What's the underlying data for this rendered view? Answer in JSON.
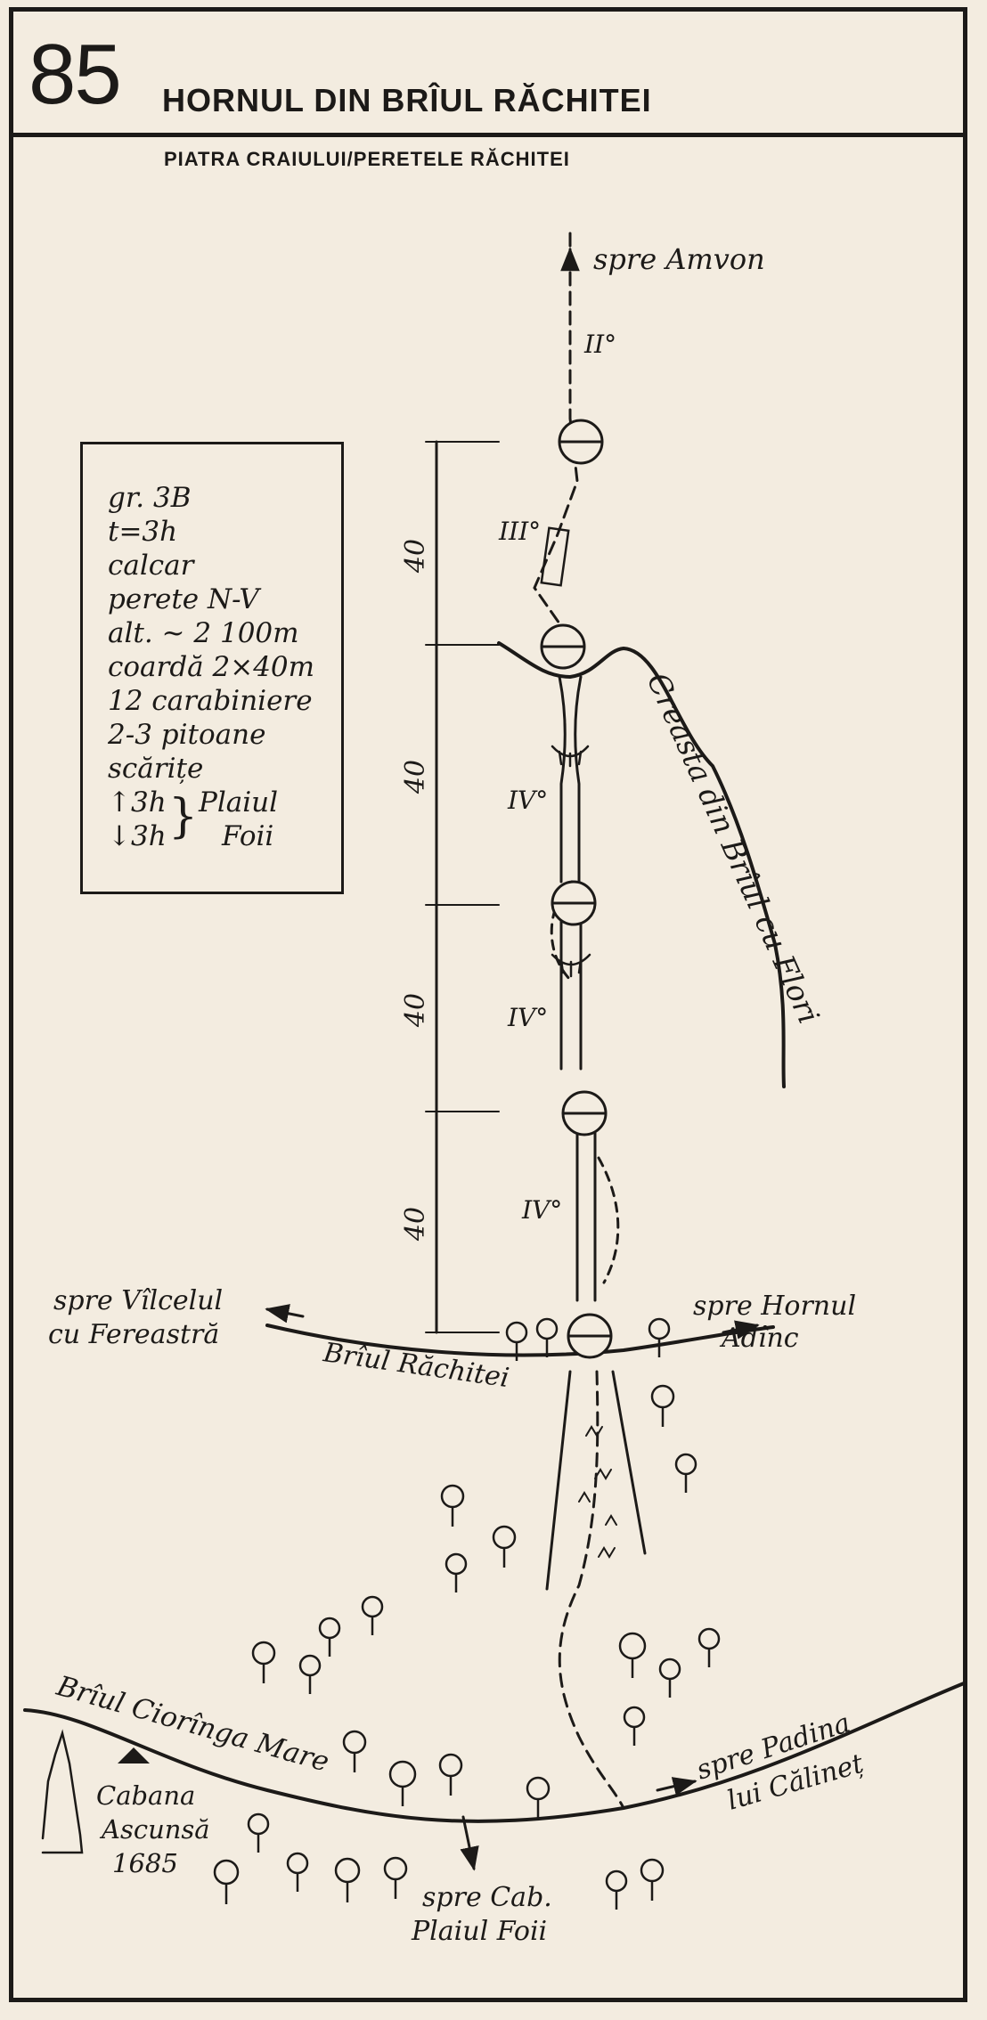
{
  "header": {
    "route_number": "85",
    "title": "HORNUL DIN BRÎUL RĂCHITEI",
    "subtitle": "PIATRA CRAIULUI/PERETELE RĂCHITEI"
  },
  "info_box": {
    "lines": [
      "gr. 3B",
      "t=3h",
      "calcar",
      "perete N-V",
      "alt. ~ 2 100m",
      "coardă 2×40m",
      "12 carabiniere",
      "2-3 pitoane",
      "scărițe"
    ],
    "approach_up": "↑3h",
    "approach_down": "↓3h",
    "approach_place_1": "Plaiul",
    "approach_place_2": "Foii"
  },
  "scale": {
    "segments": [
      "40",
      "40",
      "40",
      "40"
    ]
  },
  "pitch_grades": [
    "II°",
    "III°",
    "IV°",
    "IV°",
    "IV°"
  ],
  "labels": {
    "spre_amvon": "spre Amvon",
    "creasta": "Creasta din Brîul cu Flori",
    "valcel_1": "spre Vîlcelul",
    "valcel_2": "cu Fereastră",
    "hornul_1": "spre Hornul",
    "hornul_2": "Adînc",
    "briul_rachitei": "Brîul Răchitei",
    "briul_ciortinga": "Brîul Ciorînga Mare",
    "padina_1": "spre Padina",
    "padina_2": "lui Călineț",
    "cabana_1": "Cabana",
    "cabana_2": "Ascunsă",
    "cabana_alt": "1685",
    "cab_1": "spre Cab.",
    "cab_2": "Plaiul Foii"
  },
  "colors": {
    "ink": "#1c1a18",
    "paper": "#f3ece0"
  }
}
